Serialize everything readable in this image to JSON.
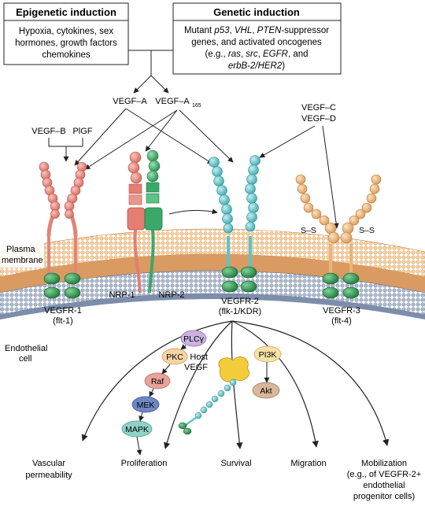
{
  "epigenetic": {
    "title": "Epigenetic induction",
    "lines": [
      "Hypoxia, cytokines, sex",
      "hormones, growth factors",
      "chemokines"
    ]
  },
  "genetic": {
    "title": "Genetic induction",
    "line1_pre": "Mutant ",
    "line1_p53": "p53",
    "line1_sep1": ", ",
    "line1_vhl": "VHL",
    "line1_sep2": ", ",
    "line1_pten": "PTEN",
    "line1_post": "-suppressor",
    "line2": "genes, and activated oncogenes",
    "line3_pre": "(e.g., ",
    "line3_ras": "ras",
    "line3_sep1": ", ",
    "line3_src": "src",
    "line3_sep2": ", ",
    "line3_egfr": "EGFR",
    "line3_post": ", and",
    "line4_erbb": "erbB-2/HER2",
    "line4_post": ")"
  },
  "ligands": {
    "vegf_a": "VEGF–A",
    "vegf_a165": "VEGF–A",
    "vegf_a165_sub": "165",
    "vegf_b": "VEGF–B",
    "plgf": "PlGF",
    "vegf_c": "VEGF–C",
    "vegf_d": "VEGF–D"
  },
  "membrane": {
    "plasma": "Plasma",
    "membrane": "membrane",
    "ss_left": "S–S",
    "ss_right": "S–S"
  },
  "receptors": {
    "r1_name": "VEGFR-1",
    "r1_alias": "(flt-1)",
    "nrp1": "NRP-1",
    "nrp2": "NRP-2",
    "r2_name": "VEGFR-2",
    "r2_alias": "(flk-1/KDR)",
    "r3_name": "VEGFR-3",
    "r3_alias": "(flt-4)"
  },
  "cell": {
    "line1": "Endothelial",
    "line2": "cell"
  },
  "signaling": {
    "plc": "PLCγ",
    "pkc": "PKC",
    "raf": "Raf",
    "mek": "MEK",
    "mapk": "MAPK",
    "pi3k": "PI3K",
    "akt": "Akt",
    "host1": "Host",
    "host2": "VEGF"
  },
  "outcomes": {
    "vasc1": "Vascular",
    "vasc2": "permeability",
    "proliferation": "Proliferation",
    "survival": "Survival",
    "migration": "Migration",
    "mob1": "Mobilization",
    "mob2": "(e.g., of VEGFR-2+",
    "mob3": "endothelial",
    "mob4": "progenitor cells)"
  },
  "colors": {
    "vegfr1": "#e0857c",
    "nrp1": "#e47d72",
    "nrp2": "#3aa86a",
    "vegfr2": "#5fc4c8",
    "vegfr3": "#f0c08a",
    "kinase": "#3c9a4e",
    "membrane_top": "#f1c18a",
    "membrane_bottom": "#98a9c0",
    "plc": "#c8b2de",
    "pkc": "#f5d3a3",
    "raf": "#e8a29a",
    "mek": "#6e86c4",
    "mapk": "#8fd1c4",
    "pi3k": "#f7e2a6",
    "akt": "#d8b79a",
    "host_vegf": "#f2cc3a"
  }
}
